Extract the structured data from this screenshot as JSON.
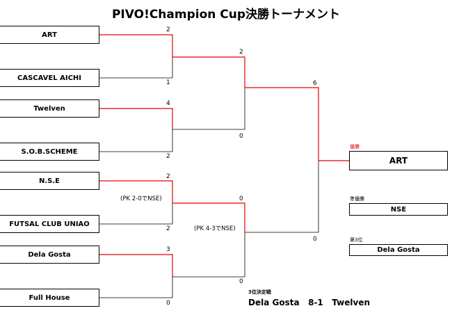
{
  "title": "PIVO!Champion Cup決勝トーナメント",
  "teams": [
    "ART",
    "CASCAVEL AICHI",
    "Twelven",
    "S.O.B.SCHEME",
    "N.S.E",
    "FUTSAL CLUB UNIAO",
    "Dela Gosta",
    "Full House"
  ],
  "round1": [
    {
      "top_score": "2",
      "bottom_score": "1",
      "note": ""
    },
    {
      "top_score": "4",
      "bottom_score": "2",
      "note": ""
    },
    {
      "top_score": "2",
      "bottom_score": "2",
      "note": "(PK 2-0でNSE)"
    },
    {
      "top_score": "3",
      "bottom_score": "0",
      "note": ""
    }
  ],
  "semifinals": [
    {
      "top_score": "2",
      "bottom_score": "0",
      "note": ""
    },
    {
      "top_score": "0",
      "bottom_score": "0",
      "note": "(PK 4-3でNSE)"
    }
  ],
  "final": {
    "top_score": "6",
    "bottom_score": "0"
  },
  "results": {
    "champion_label": "優勝",
    "champion": "ART",
    "runner_up_label": "準優勝",
    "runner_up": "NSE",
    "third_label": "第3位",
    "third": "Dela Gosta"
  },
  "third_place_match": {
    "heading": "3位決定戦",
    "result": "Dela Gosta   8-1   Twelven"
  },
  "colors": {
    "winner_line": "#e60000",
    "loser_line": "#000000",
    "champion_label": "#e60000"
  }
}
